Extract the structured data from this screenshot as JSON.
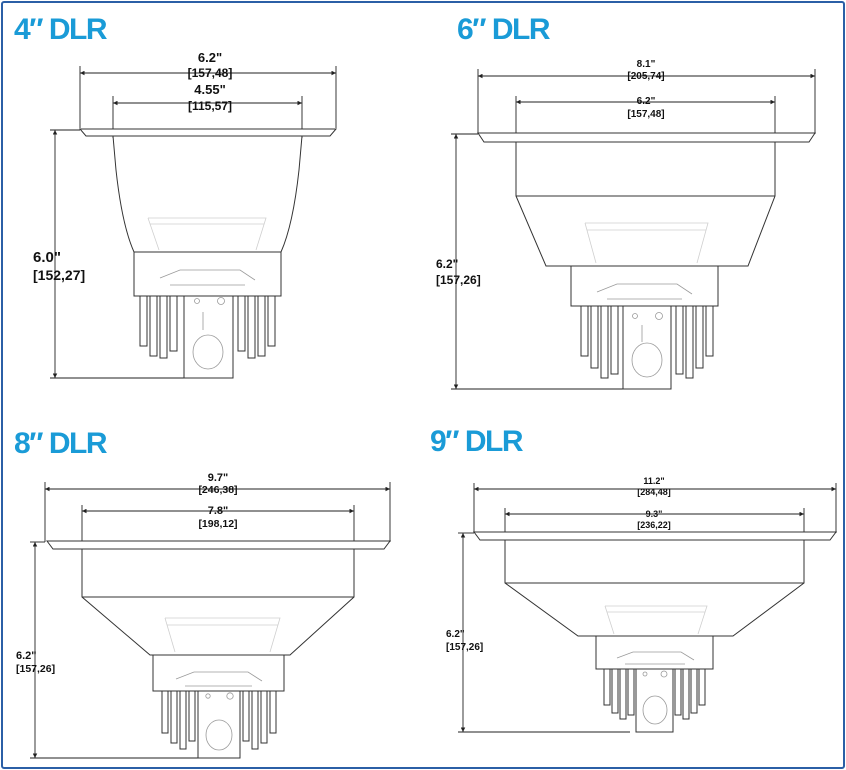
{
  "colors": {
    "title": "#1a9bd7",
    "border": "#2b5fa6",
    "line": "#222222"
  },
  "panels": [
    {
      "title": "4″ DLR",
      "outer_width_in": "6.2\"",
      "outer_width_mm": "[157,48]",
      "inner_width_in": "4.55\"",
      "inner_width_mm": "[115,57]",
      "height_in": "6.0\"",
      "height_mm": "[152,27]"
    },
    {
      "title": "6″ DLR",
      "outer_width_in": "8.1\"",
      "outer_width_mm": "[205,74]",
      "inner_width_in": "6.2\"",
      "inner_width_mm": "[157,48]",
      "height_in": "6.2\"",
      "height_mm": "[157,26]"
    },
    {
      "title": "8″ DLR",
      "outer_width_in": "9.7\"",
      "outer_width_mm": "[246,38]",
      "inner_width_in": "7.8\"",
      "inner_width_mm": "[198,12]",
      "height_in": "6.2\"",
      "height_mm": "[157,26]"
    },
    {
      "title": "9″ DLR",
      "outer_width_in": "11.2\"",
      "outer_width_mm": "[284,48]",
      "inner_width_in": "9.3\"",
      "inner_width_mm": "[236,22]",
      "height_in": "6.2\"",
      "height_mm": "[157,26]"
    }
  ]
}
